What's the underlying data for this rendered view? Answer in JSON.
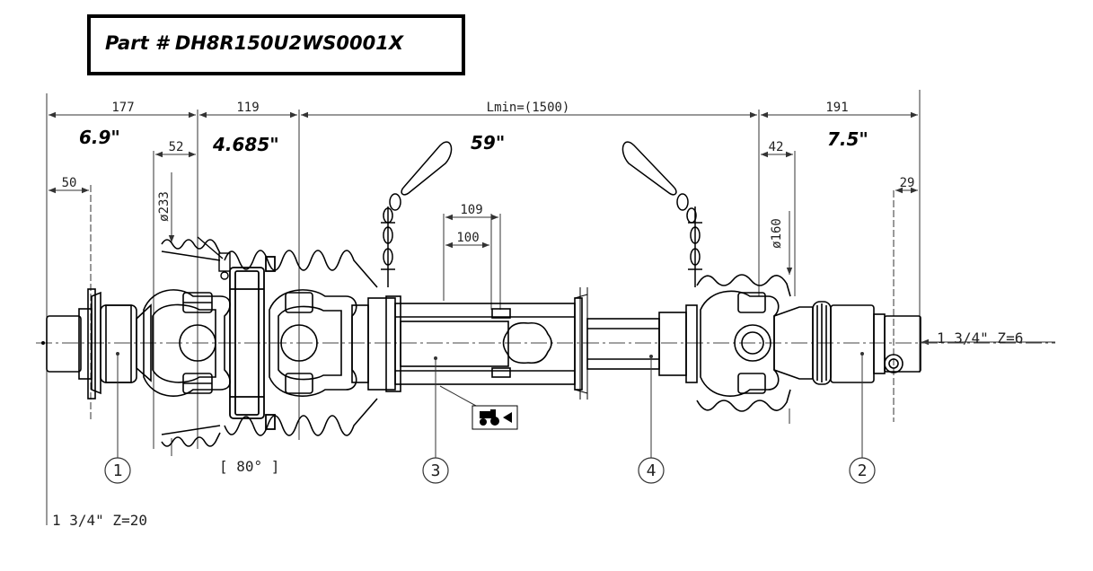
{
  "title": "Part # DH8R150U2WS0001X",
  "dimensions": {
    "d177": "177",
    "d119": "119",
    "lmin": "Lmin=(1500)",
    "d191": "191",
    "d50": "50",
    "d52": "52",
    "d233": "ø233",
    "d109": "109",
    "d100": "100",
    "d42": "42",
    "d160": "ø160",
    "d29": "29"
  },
  "imperial": {
    "i69": "6.9\"",
    "i4685": "4.685\"",
    "i59": "59\"",
    "i75": "7.5\""
  },
  "specs": {
    "left_spline": "1 3/4\" Z=20",
    "right_spline": "1 3/4\" Z=6",
    "angle": "[ 80° ]"
  },
  "callouts": [
    "1",
    "2",
    "3",
    "4"
  ],
  "colors": {
    "line": "#000000",
    "dim_line": "#333333"
  },
  "icons": [
    "tractor-icon"
  ]
}
